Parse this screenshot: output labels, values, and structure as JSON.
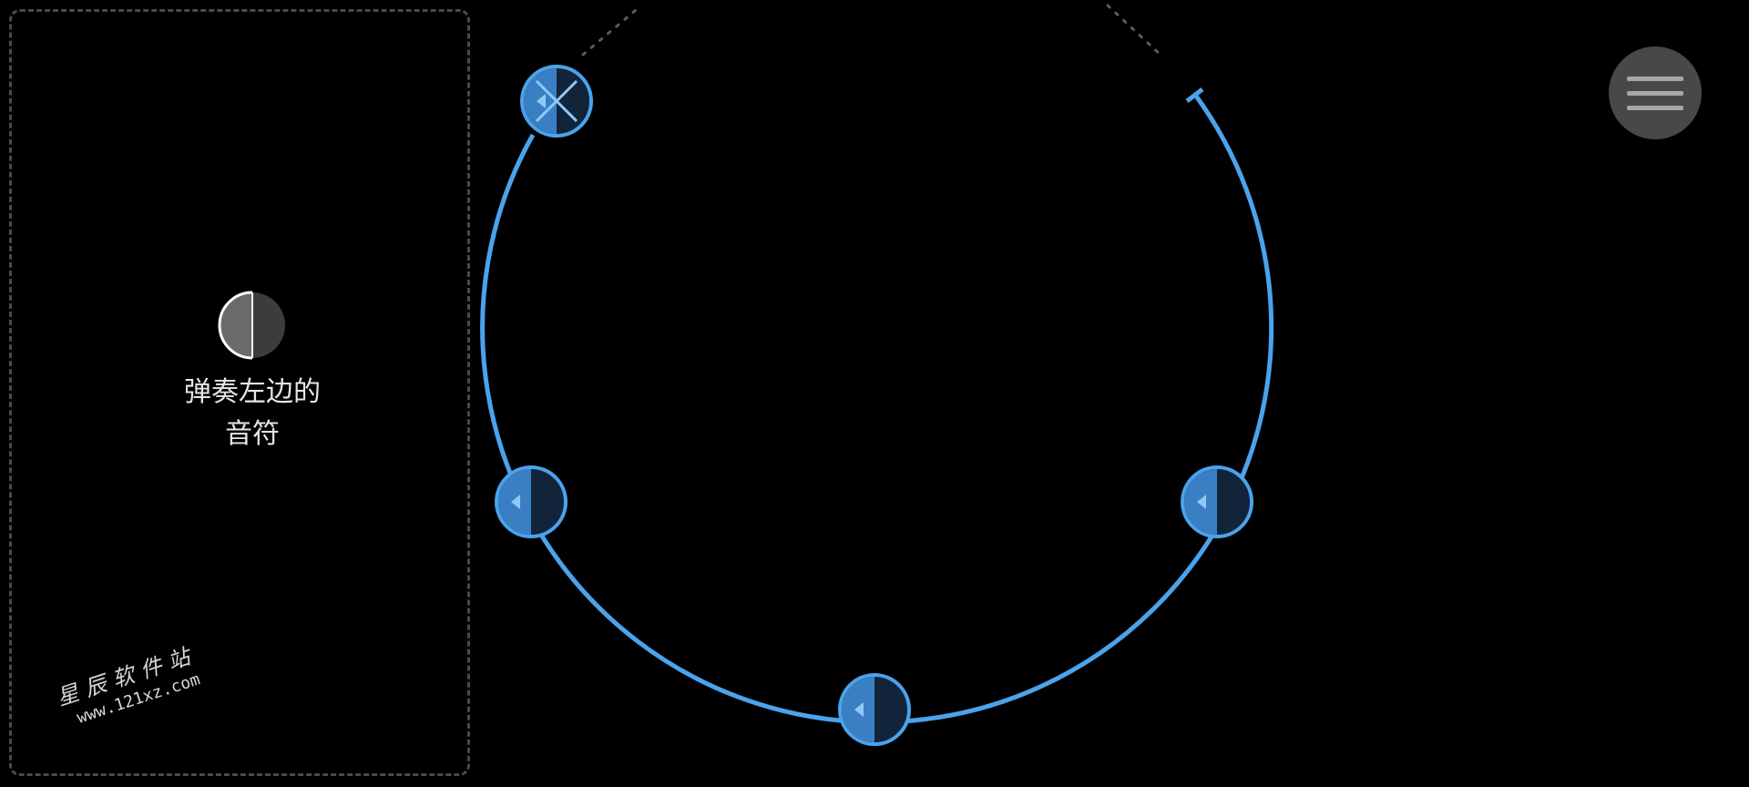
{
  "hint": {
    "line1": "弹奏左边的",
    "line2": "音符"
  },
  "watermark": {
    "site_name": "星辰软件站",
    "url": "www.121xz.com"
  },
  "colors": {
    "background": "#000000",
    "ring": "#4aa3ec",
    "note_fill": "#11243a",
    "note_left_half": "#3a7fc4",
    "menu_button": "#484848",
    "zone_border": "#4a4a4a"
  },
  "icons": {
    "menu": "hamburger-icon",
    "hint": "half-circle-note-icon",
    "missed_note": "x-mark-icon"
  },
  "notes": [
    {
      "type": "left",
      "state": "missed"
    },
    {
      "type": "left",
      "state": "pending"
    },
    {
      "type": "left",
      "state": "pending"
    },
    {
      "type": "left",
      "state": "pending"
    }
  ]
}
